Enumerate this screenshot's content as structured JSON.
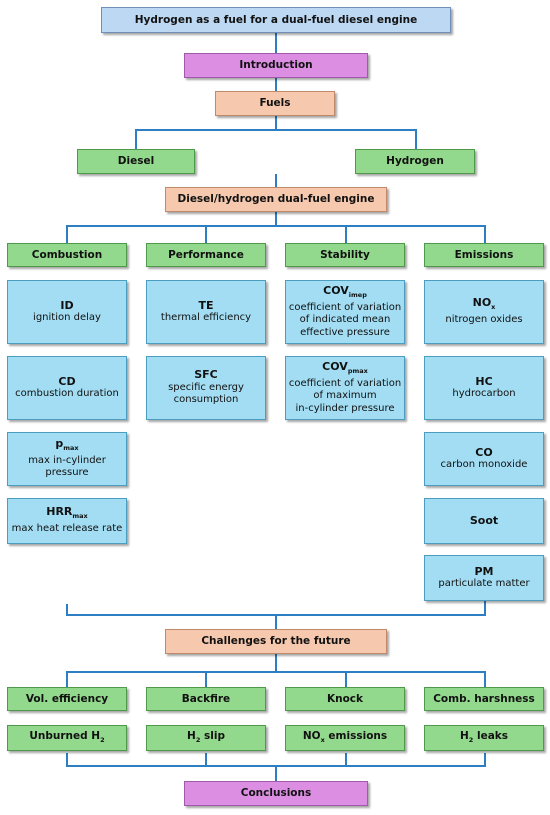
{
  "title": "Hydrogen as a fuel for a dual-fuel diesel engine",
  "introduction": "Introduction",
  "fuels": "Fuels",
  "diesel": "Diesel",
  "hydrogen": "Hydrogen",
  "dual_fuel_engine": "Diesel/hydrogen dual-fuel engine",
  "categories": {
    "combustion": "Combustion",
    "performance": "Performance",
    "stability": "Stability",
    "emissions": "Emissions"
  },
  "combustion_items": {
    "id": {
      "abbr": "ID",
      "desc": "ignition delay"
    },
    "cd": {
      "abbr": "CD",
      "desc": "combustion duration"
    },
    "pmax": {
      "abbr": "p",
      "sub": "max",
      "desc1": "max in-cylinder",
      "desc2": "pressure"
    },
    "hrr": {
      "abbr": "HRR",
      "sub": "max",
      "desc": "max heat release rate"
    }
  },
  "performance_items": {
    "te": {
      "abbr": "TE",
      "desc": "thermal efficiency"
    },
    "sfc": {
      "abbr": "SFC",
      "desc1": "specific energy",
      "desc2": "consumption"
    }
  },
  "stability_items": {
    "covimep": {
      "abbr": "COV",
      "sub": "imep",
      "desc1": "coefficient of variation",
      "desc2": "of indicated mean",
      "desc3": "effective pressure"
    },
    "covpmax": {
      "abbr": "COV",
      "sub": "pmax",
      "desc1": "coefficient of variation",
      "desc2": "of maximum",
      "desc3": "in-cylinder pressure"
    }
  },
  "emissions_items": {
    "nox": {
      "abbr": "NO",
      "sub": "x",
      "desc": "nitrogen oxides"
    },
    "hc": {
      "abbr": "HC",
      "desc": "hydrocarbon"
    },
    "co": {
      "abbr": "CO",
      "desc": "carbon monoxide"
    },
    "soot": {
      "abbr": "Soot"
    },
    "pm": {
      "abbr": "PM",
      "desc": "particulate matter"
    }
  },
  "challenges": "Challenges for the future",
  "challenge_row1": {
    "vol": "Vol. efficiency",
    "backfire": "Backfire",
    "knock": "Knock",
    "harsh": "Comb. harshness"
  },
  "challenge_row2": {
    "unburned": "Unburned H",
    "unburned_sub": "2",
    "slip_h": "H",
    "slip_sub": "2",
    "slip": " slip",
    "nox_pre": "NO",
    "nox_sub": "x",
    "nox_post": " emissions",
    "leaks_h": "H",
    "leaks_sub": "2",
    "leaks": " leaks"
  },
  "conclusions": "Conclusions",
  "colors": {
    "title_box": "#bcd8f3",
    "intro_box": "#dc8ee3",
    "peach_box": "#f6c9ae",
    "green_box": "#93d98d",
    "cyan_box": "#a2ddf3",
    "connector": "#2e7ec4"
  }
}
